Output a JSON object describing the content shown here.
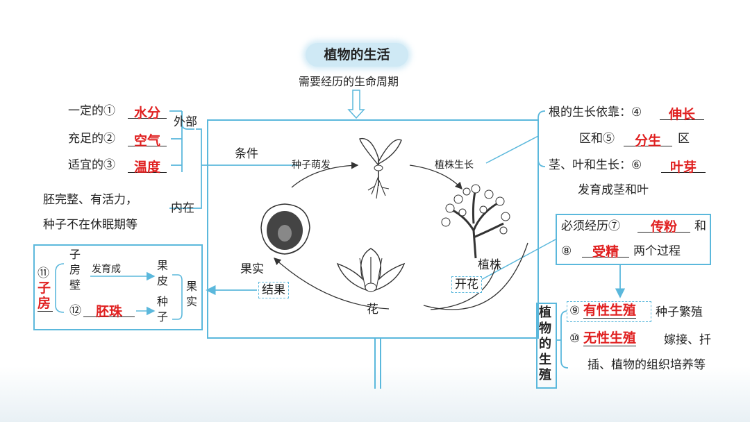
{
  "title": "植物的生活",
  "subtitle": "需要经历的生命周期",
  "external": {
    "label": "外部",
    "items": [
      {
        "prefix": "一定的①",
        "answer": "水分"
      },
      {
        "prefix": "充足的②",
        "answer": "空气"
      },
      {
        "prefix": "适宜的③",
        "answer": "温度"
      }
    ]
  },
  "internal": {
    "label": "内在",
    "line1": "胚完整、有活力，",
    "line2": "种子不在休眠期等"
  },
  "condition_label": "条件",
  "cycle": {
    "germination": "种子萌发",
    "plant_growth": "植株生长",
    "plant": "植株",
    "flowering": "开花",
    "flower": "花",
    "fruiting": "结果",
    "fruit": "果实"
  },
  "fruit_box": {
    "num11": "⑪",
    "ovary_answer": "子房",
    "ovary_wall": "子房壁",
    "develops_into": "发育成",
    "pericarp": "果皮",
    "num12": "⑫",
    "ovule_answer": "胚珠",
    "seed": "种子",
    "fruit": "果实"
  },
  "growth": {
    "root_prefix": "根的生长依靠：④",
    "root_answer1": "伸长",
    "zone_and": "区和⑤",
    "root_answer2": "分生",
    "zone": "区",
    "stem_prefix": "茎、叶和生长：⑥",
    "stem_answer": "叶芽",
    "stem_suffix": "发育成茎和叶"
  },
  "pollination": {
    "prefix": "必须经历⑦",
    "answer7": "传粉",
    "and": "和",
    "num8": "⑧",
    "answer8": "受精",
    "suffix": "两个过程"
  },
  "reproduction": {
    "label": "植物的生殖",
    "num9": "⑨",
    "answer9": "有性生殖",
    "desc9": "种子繁殖",
    "num10": "⑩",
    "answer10": "无性生殖",
    "desc10a": "嫁接、扦",
    "desc10b": "插、植物的组织培养等"
  }
}
